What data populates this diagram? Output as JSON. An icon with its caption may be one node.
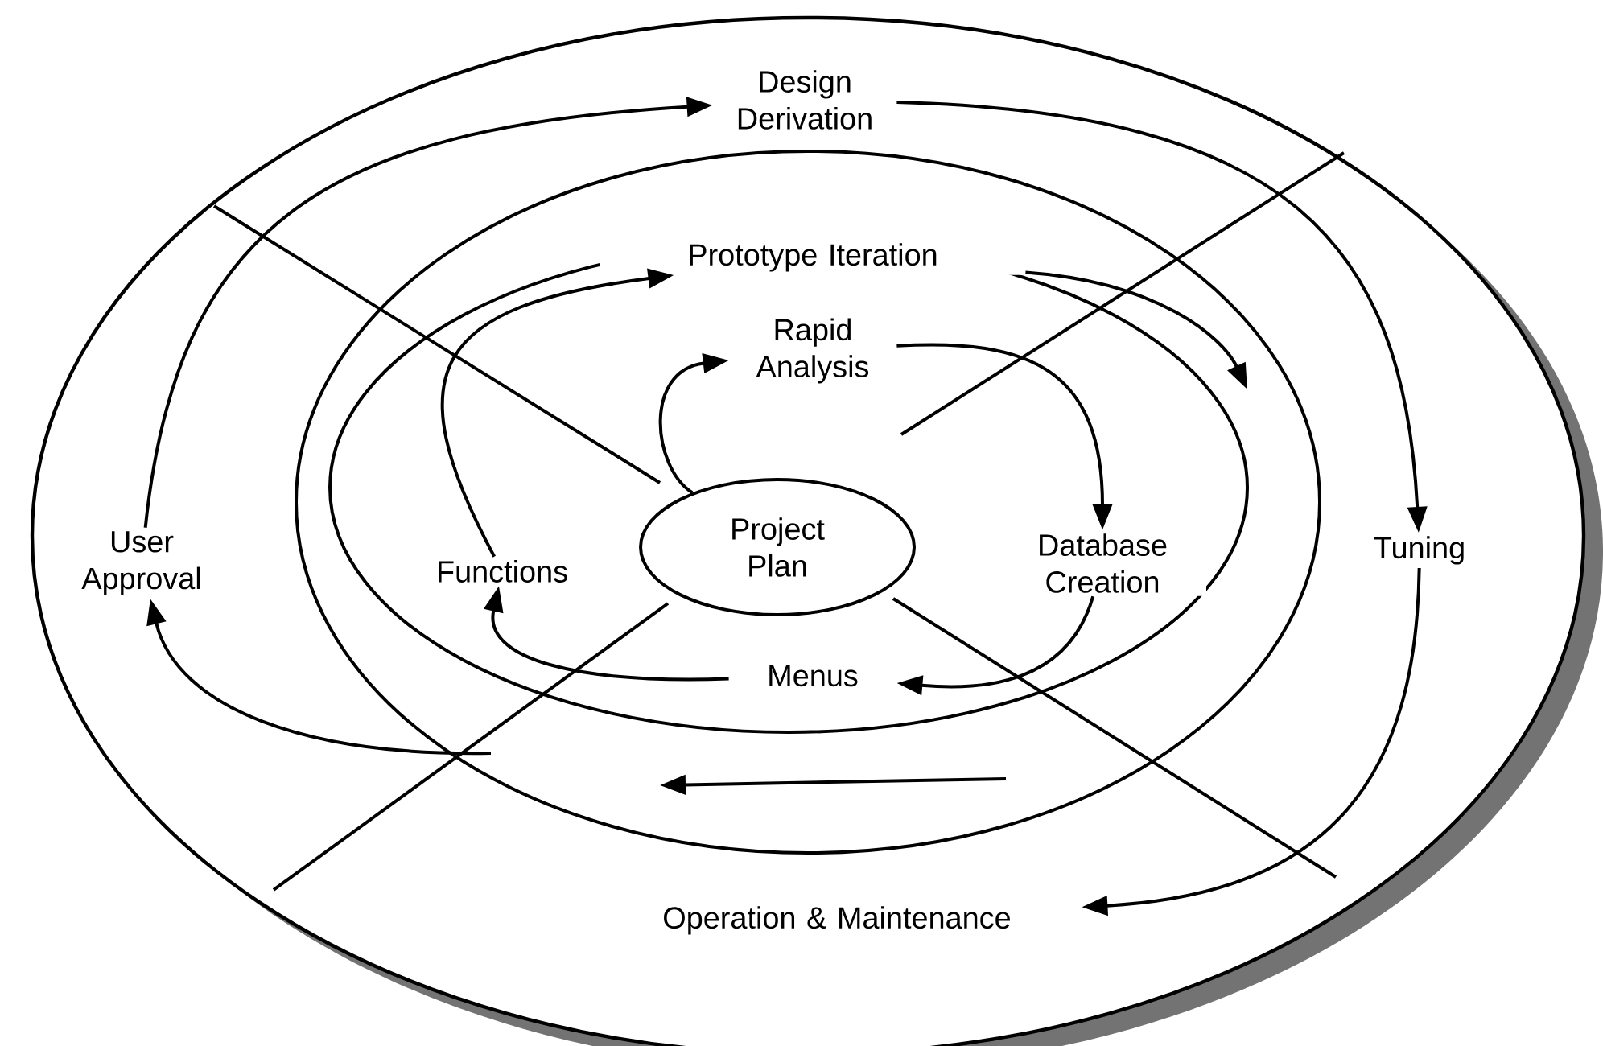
{
  "diagram": {
    "nodes": [
      {
        "text": [
          "Design Derivation"
        ]
      },
      {
        "text": [
          "Prototype Iteration"
        ]
      },
      {
        "text": [
          "Rapid Analysis"
        ]
      },
      {
        "text": [
          "Project Plan"
        ]
      },
      {
        "text": [
          "Functions"
        ]
      },
      {
        "text": [
          "Database Creation"
        ]
      },
      {
        "text": [
          "Menus"
        ]
      },
      {
        "text": [
          "User Approval"
        ]
      },
      {
        "text": [
          "Tuning"
        ]
      },
      {
        "text": [
          "Operation & Maintenance"
        ]
      }
    ],
    "edges": [
      {
        "from": 0,
        "to": 8,
        "arrow": "to"
      },
      {
        "from": 8,
        "to": 9,
        "arrow": "to"
      },
      {
        "from": null,
        "to": 7,
        "arrow": "to"
      },
      {
        "from": 7,
        "to": 0,
        "arrow": "to"
      },
      {
        "from": 4,
        "to": 1,
        "arrow": "to"
      },
      {
        "from": 1,
        "to": null,
        "arrow": "to"
      },
      {
        "from": 3,
        "to": 2,
        "arrow": "to"
      },
      {
        "from": 2,
        "to": 5,
        "arrow": "to"
      },
      {
        "from": 5,
        "to": 6,
        "arrow": "to"
      },
      {
        "from": 6,
        "to": 4,
        "arrow": "to"
      }
    ]
  }
}
